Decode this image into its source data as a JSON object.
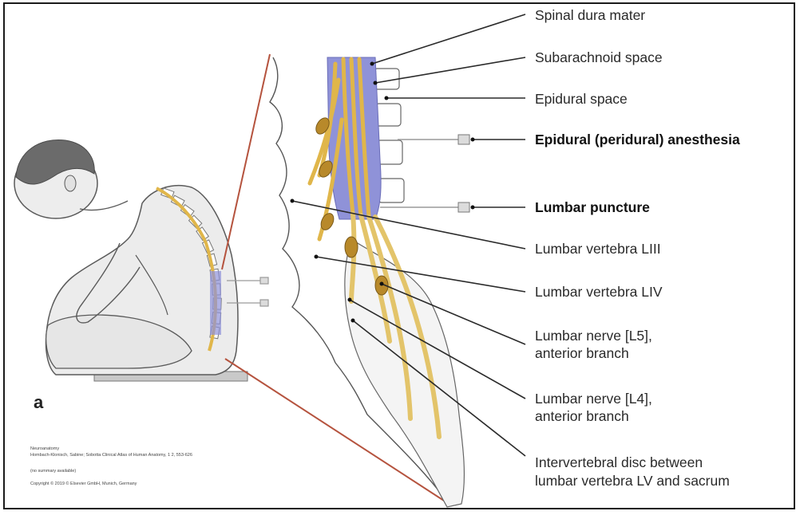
{
  "figure": {
    "panel_letter": "a",
    "labels": {
      "spinal_dura_mater": "Spinal dura mater",
      "subarachnoid_space": "Subarachnoid space",
      "epidural_space": "Epidural space",
      "epidural_anesthesia": "Epidural (peridural) anesthesia",
      "lumbar_puncture": "Lumbar puncture",
      "lumbar_vertebra_l3": "Lumbar vertebra LIII",
      "lumbar_vertebra_l4": "Lumbar vertebra LIV",
      "lumbar_nerve_l5_line1": "Lumbar nerve [L5],",
      "lumbar_nerve_l5_line2": "anterior branch",
      "lumbar_nerve_l4_line1": "Lumbar nerve [L4],",
      "lumbar_nerve_l4_line2": "anterior branch",
      "ivd_line1": "Intervertebral disc between",
      "ivd_line2": "lumbar vertebra LV and sacrum"
    },
    "source_note": {
      "line1": "Neuroanatomy",
      "line2": "Hombach-Klonisch, Sabine; Sobotta Clinical Atlas of Human Anatomy, 1 2, 553-626",
      "line3": "(no summary available)",
      "line4": "Copyright © 2019 © Elsevier GmbH, Munich, Germany"
    },
    "colors": {
      "nerve": "#e0b64a",
      "nerve_dark": "#b8892a",
      "csf_space": "#8f92d8",
      "bone_outline": "#555555",
      "skin": "#ededed",
      "zoom_line": "#b5533e",
      "needle": "#9a9a9a"
    }
  }
}
